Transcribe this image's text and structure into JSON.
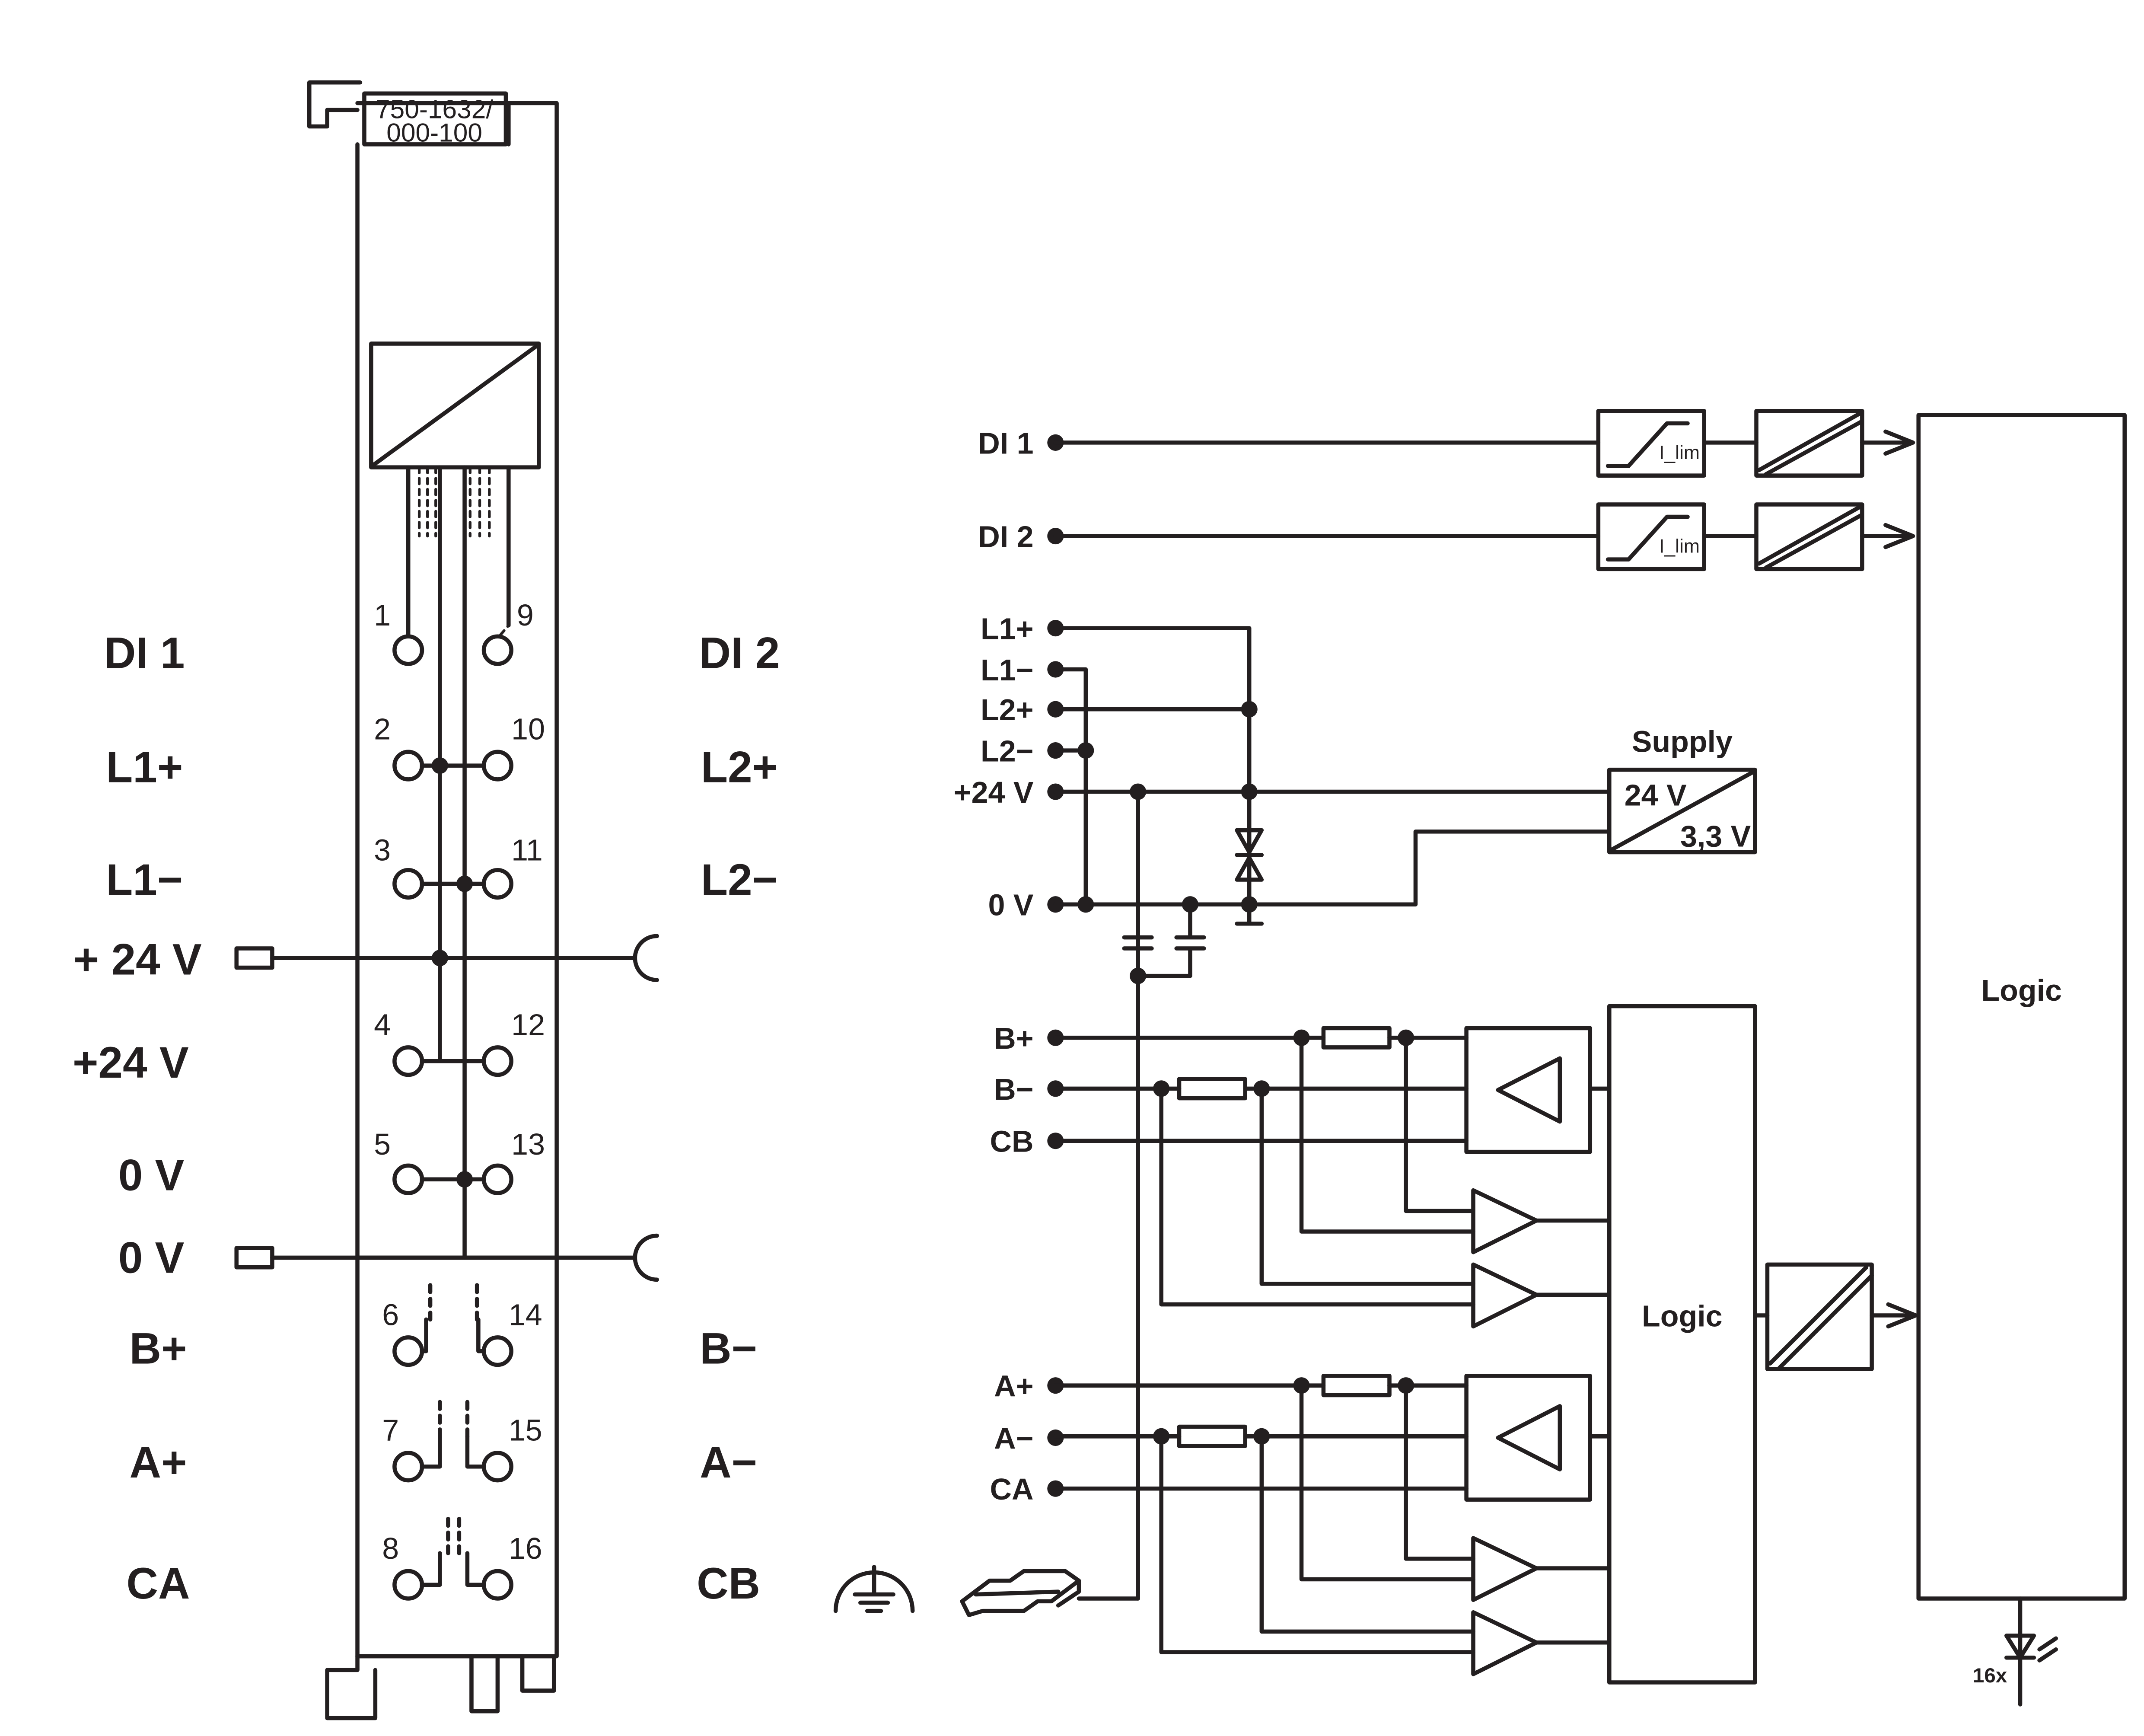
{
  "module": {
    "part_number_line1": "750-1632/",
    "part_number_line2": "000-100"
  },
  "left_labels": [
    "DI 1",
    "L1+",
    "L1−",
    "+ 24 V",
    "+24 V",
    "0 V",
    "0 V",
    "B+",
    "A+",
    "CA"
  ],
  "right_labels": [
    "DI 2",
    "L2+",
    "L2−",
    "B−",
    "A−",
    "CB"
  ],
  "terminal_numbers": [
    "1",
    "9",
    "2",
    "10",
    "3",
    "11",
    "4",
    "12",
    "5",
    "13",
    "6",
    "14",
    "7",
    "15",
    "8",
    "16"
  ],
  "schematic_inputs": [
    "DI 1",
    "DI 2",
    "L1+",
    "L1−",
    "L2+",
    "L2−",
    "+24 V",
    "0 V",
    "B+",
    "B−",
    "CB",
    "A+",
    "A−",
    "CA"
  ],
  "blocks": {
    "ilim": "I_lim",
    "supply_title": "Supply",
    "supply_in": "24 V",
    "supply_out": "3,3 V",
    "logic_main": "Logic",
    "logic_bus": "Logic",
    "led_count": "16x"
  }
}
